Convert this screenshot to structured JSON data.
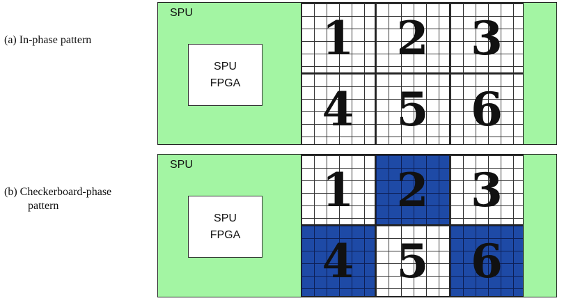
{
  "captions": {
    "a": "(a) In-phase pattern",
    "b_line1": "(b) Checkerboard-phase",
    "b_line2": "pattern"
  },
  "panels": [
    {
      "spu_label": "SPU",
      "fpga_line1": "SPU",
      "fpga_line2": "FPGA",
      "tiles": [
        {
          "label": "1",
          "phase": "light"
        },
        {
          "label": "2",
          "phase": "light"
        },
        {
          "label": "3",
          "phase": "light"
        },
        {
          "label": "4",
          "phase": "light"
        },
        {
          "label": "5",
          "phase": "light"
        },
        {
          "label": "6",
          "phase": "light"
        }
      ]
    },
    {
      "spu_label": "SPU",
      "fpga_line1": "SPU",
      "fpga_line2": "FPGA",
      "tiles": [
        {
          "label": "1",
          "phase": "light"
        },
        {
          "label": "2",
          "phase": "dark"
        },
        {
          "label": "3",
          "phase": "light"
        },
        {
          "label": "4",
          "phase": "dark"
        },
        {
          "label": "5",
          "phase": "light"
        },
        {
          "label": "6",
          "phase": "dark"
        }
      ]
    }
  ],
  "colors": {
    "panel_background": "#a3f5a3",
    "tile_light": "#ffffff",
    "tile_dark": "#1e4aa6"
  }
}
